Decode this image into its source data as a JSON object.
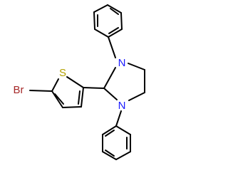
{
  "molecule": {
    "atoms": {
      "br": {
        "label": "Br",
        "color": "#a62929"
      },
      "s": {
        "label": "S",
        "color": "#b3a100"
      },
      "n1": {
        "label": "N",
        "color": "#1a1aff"
      },
      "n3": {
        "label": "N",
        "color": "#1a1aff"
      }
    },
    "bond_color": "#000000"
  }
}
